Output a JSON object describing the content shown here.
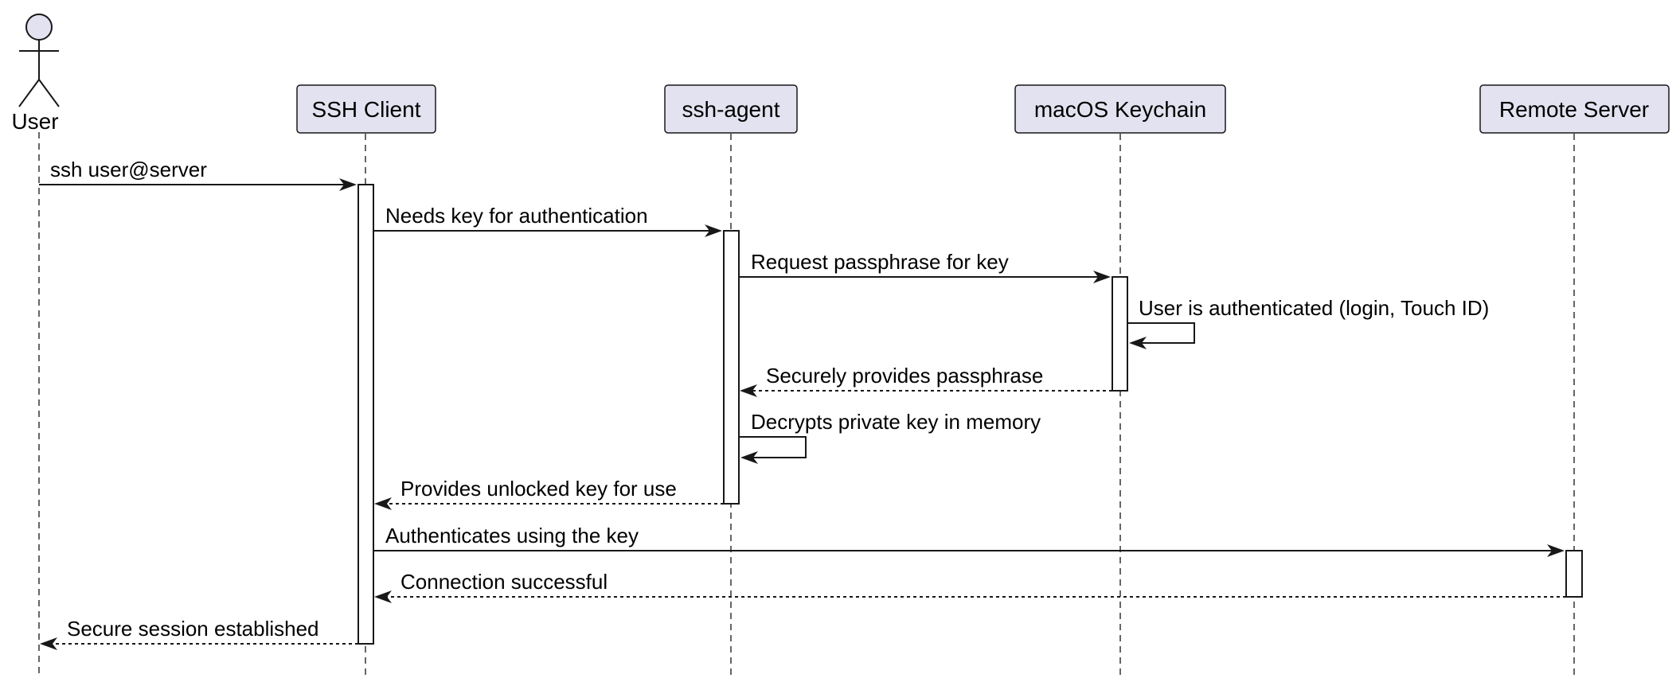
{
  "diagram": {
    "type": "sequence",
    "actor": {
      "label": "User"
    },
    "participants": [
      {
        "id": "client",
        "label": "SSH Client"
      },
      {
        "id": "agent",
        "label": "ssh-agent"
      },
      {
        "id": "keychain",
        "label": "macOS Keychain"
      },
      {
        "id": "server",
        "label": "Remote Server"
      }
    ],
    "messages": [
      {
        "from": "user",
        "to": "client",
        "label": "ssh user@server",
        "style": "solid"
      },
      {
        "from": "client",
        "to": "agent",
        "label": "Needs key for authentication",
        "style": "solid"
      },
      {
        "from": "agent",
        "to": "keychain",
        "label": "Request passphrase for key",
        "style": "solid"
      },
      {
        "from": "keychain",
        "to": "keychain",
        "label": "User is authenticated (login, Touch ID)",
        "style": "self"
      },
      {
        "from": "keychain",
        "to": "agent",
        "label": "Securely provides passphrase",
        "style": "dashed"
      },
      {
        "from": "agent",
        "to": "agent",
        "label": "Decrypts private key in memory",
        "style": "self"
      },
      {
        "from": "agent",
        "to": "client",
        "label": "Provides unlocked key for use",
        "style": "dashed"
      },
      {
        "from": "client",
        "to": "server",
        "label": "Authenticates using the key",
        "style": "solid"
      },
      {
        "from": "server",
        "to": "client",
        "label": "Connection successful",
        "style": "dashed"
      },
      {
        "from": "client",
        "to": "user",
        "label": "Secure session established",
        "style": "dashed"
      }
    ]
  }
}
